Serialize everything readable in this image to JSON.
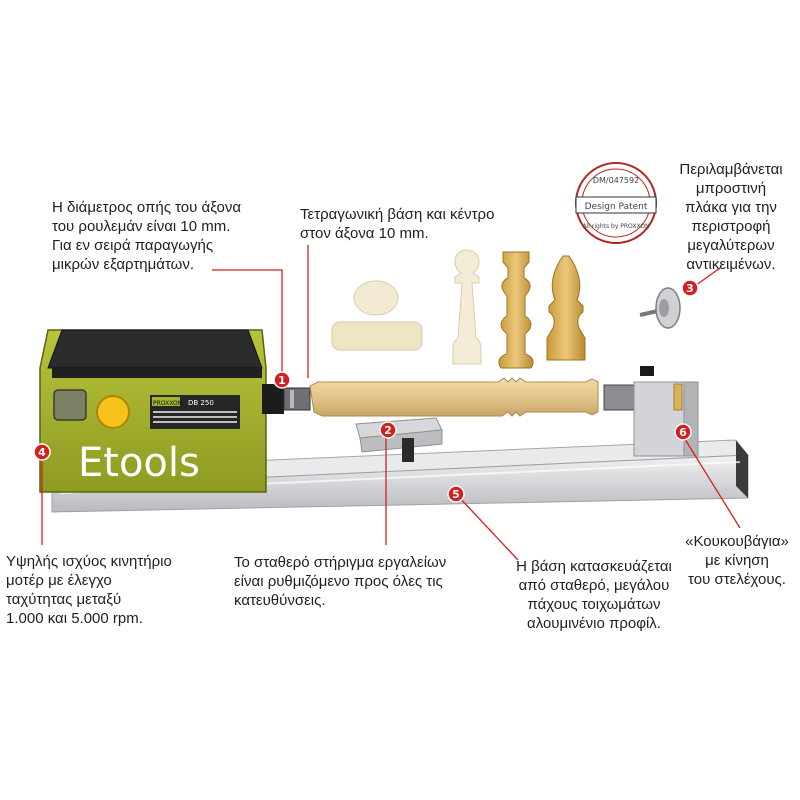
{
  "callouts": {
    "spindle": "Η διάμετρος οπής του άξονα\nτου ρουλεμάν είναι 10 mm.\nΓια εν σειρά παραγωγής\nμικρών εξαρτημάτων.",
    "square_base": "Τετραγωνική βάση και κέντρο\nστον άξονα 10 mm.",
    "faceplate": "Περιλαμβάνεται\nμπροστινή\nπλάκα για την\nπεριστροφή\nμεγαλύτερων\nαντικειμένων.",
    "motor": "Υψηλής ισχύος κινητήριο\nμοτέρ με έλεγχο\nταχύτητας μεταξύ\n1.000 και 5.000 rpm.",
    "tool_rest": "Το σταθερό στήριγμα εργαλείων\nείναι ρυθμιζόμενο προς όλες τις\nκατευθύνσεις.",
    "bed": "Η βάση κατασκευάζεται\nαπό σταθερό, μεγάλου\nπάχους τοιχωμάτων\nαλουμινένιο προφίλ.",
    "tailstock": "«Κουκουβάγια»\nμε κίνηση\nτου στελέχους."
  },
  "markers": [
    "1",
    "2",
    "3",
    "4",
    "5",
    "6"
  ],
  "stamp": {
    "top": "DM/047592",
    "middle": "Design Patent",
    "bottom": "All rights by PROXXON"
  },
  "machine": {
    "brand_label": "PROXXON",
    "model_label": "DB 250",
    "watermark": "Etools"
  },
  "colors": {
    "motor_green": "#a6b52e",
    "marker_red": "#d42020",
    "wood": "#e6c98f",
    "aluminium": "#d9dadc",
    "ivory": "#f3ecd8"
  }
}
